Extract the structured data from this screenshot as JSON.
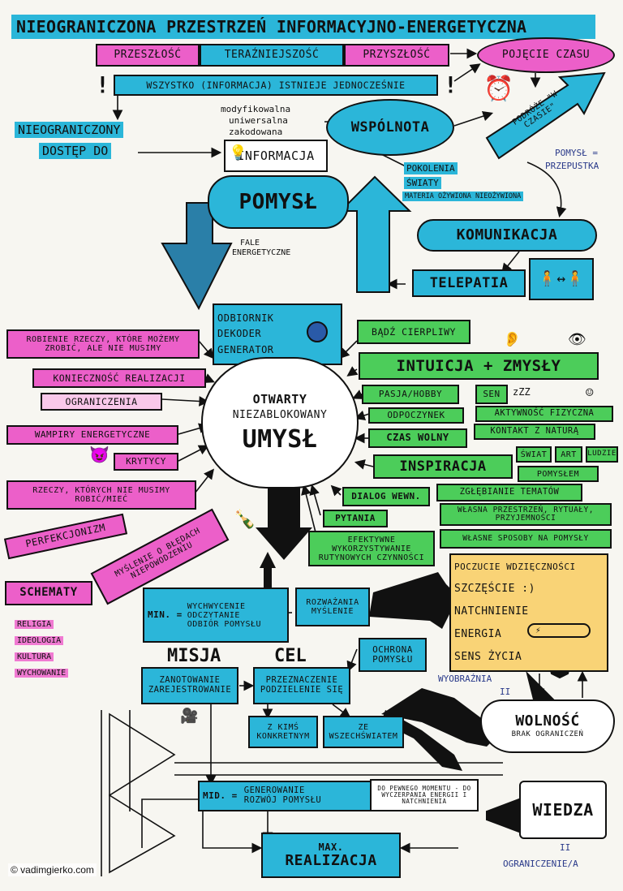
{
  "title": "NIEOGRANICZONA PRZESTRZEŃ INFORMACYJNO-ENERGETYCZNA",
  "time_bar": {
    "past": "PRZESZŁOŚĆ",
    "present": "TERAŹNIEJSZOŚĆ",
    "future": "PRZYSZŁOŚĆ",
    "concept": "POJĘCIE CZASU"
  },
  "all_exists": "WSZYSTKO (INFORMACJA) ISTNIEJE JEDNOCZEŚNIE",
  "unlimited_access": [
    "NIEOGRANICZONY",
    "DOSTĘP DO"
  ],
  "info_props": [
    "modyfikowalna",
    "uniwersalna",
    "zakodowana"
  ],
  "informacja": "INFORMACJA",
  "wspolnota": "WSPÓLNOTA",
  "podroze": "PODRÓŻE \"W CZASIE\"",
  "pomysl_przepustka": [
    "POMYSŁ =",
    "PRZEPUSTKA"
  ],
  "community_items": [
    "POKOLENIA",
    "ŚWIATY",
    "MATERIA OŻYWIONA NIEOŻYWIONA"
  ],
  "pomysl": "POMYSŁ",
  "fale": [
    "FALE",
    "ENERGETYCZNE"
  ],
  "komunikacja": "KOMUNIKACJA",
  "telepatia": "TELEPATIA",
  "receiver": [
    "ODBIORNIK",
    "DEKODER",
    "GENERATOR"
  ],
  "mind": {
    "open": "OTWARTY",
    "unblocked": "NIEZABLOKOWANY",
    "mind": "UMYSŁ"
  },
  "left_items": {
    "robienie": "ROBIENIE RZECZY, KTÓRE MOŻEMY ZROBIĆ, ALE NIE MUSIMY",
    "koniecznosc": "KONIECZNOŚĆ REALIZACJI",
    "ograniczenia": "OGRANICZENIA",
    "wampiry": "WAMPIRY ENERGETYCZNE",
    "krytycy": "KRYTYCY",
    "rzeczy": "RZECZY, KTÓRYCH NIE MUSIMY ROBIĆ/MIEĆ",
    "perfekcjonizm": "PERFEKCJONIZM",
    "myslenie": "MYŚLENIE O BŁĘDACH NIEPOWODZENIU"
  },
  "schematy": {
    "title": "SCHEMATY",
    "items": [
      "RELIGIA",
      "IDEOLOGIA",
      "KULTURA",
      "WYCHOWANIE"
    ]
  },
  "right_items": {
    "badz": "BĄDŹ CIERPLIWY",
    "intuicja": "INTUICJA + ZMYSŁY",
    "pasja": "PASJA/HOBBY",
    "sen": "SEN",
    "odpoczynek": "ODPOCZYNEK",
    "aktywnosc": "AKTYWNOŚĆ FIZYCZNA",
    "kontakt": "KONTAKT Z NATURĄ",
    "czas": "CZAS WOLNY",
    "inspiracja": "INSPIRACJA",
    "swiat": "ŚWIAT",
    "art": "ART",
    "ludzie": "LUDZIE",
    "pomyslem": "POMYSŁEM",
    "dialog": "DIALOG WEWN.",
    "zglebianie": "ZGŁĘBIANIE TEMATÓW",
    "pytania": "PYTANIA",
    "wlasna": "WŁASNA PRZESTRZEŃ, RYTUAŁY, PRZYJEMNOŚCI",
    "efektywne": "EFEKTYWNE WYKORZYSTYWANIE RUTYNOWYCH CZYNNOŚCI",
    "wlasne": "WŁASNE SPOSOBY NA POMYSŁY"
  },
  "feelings": [
    "POCZUCIE WDZIĘCZNOŚCI",
    "SZCZĘŚCIE :)",
    "NATCHNIENIE",
    "ENERGIA",
    "SENS ŻYCIA"
  ],
  "min_block": {
    "label": "MIN. =",
    "items": [
      "WYCHWYCENIE",
      "ODCZYTANIE",
      "ODBIÓR POMYSŁU"
    ],
    "rozwazania": [
      "ROZWAŻANIA",
      "MYŚLENIE"
    ]
  },
  "misja": "MISJA",
  "cel": "CEL",
  "ochrona": "OCHRONA POMYSŁU",
  "zanotowanie": [
    "ZANOTOWANIE",
    "ZAREJESTROWANIE"
  ],
  "przeznaczenie": [
    "PRZEZNACZENIE",
    "PODZIELENIE SIĘ"
  ],
  "z_kims": [
    "Z KIMŚ",
    "KONKRETNYM"
  ],
  "ze_wszech": [
    "ZE",
    "WSZECHŚWIATEM"
  ],
  "wyobraznia": [
    "WYOBRAŹNIA",
    "II"
  ],
  "wolnosc": "WOLNOŚĆ",
  "brak_ograniczen": "BRAK OGRANICZEŃ",
  "mid_block": {
    "label": "MID. =",
    "items": [
      "GENEROWANIE",
      "ROZWÓJ POMYSŁU"
    ],
    "note": "DO PEWNEGO MOMENTU - DO WYCZERPANIA ENERGII I NATCHNIENIA"
  },
  "wiedza": "WIEDZA",
  "ograniczenie": [
    "II",
    "OGRANICZENIE/A"
  ],
  "max_block": [
    "MAX.",
    "REALIZACJA"
  ],
  "copyright": "© vadimgierko.com",
  "colors": {
    "cyan": "#2bb6d9",
    "pink": "#ec5fc9",
    "green": "#4ccd5a",
    "yellow": "#f9d376"
  }
}
